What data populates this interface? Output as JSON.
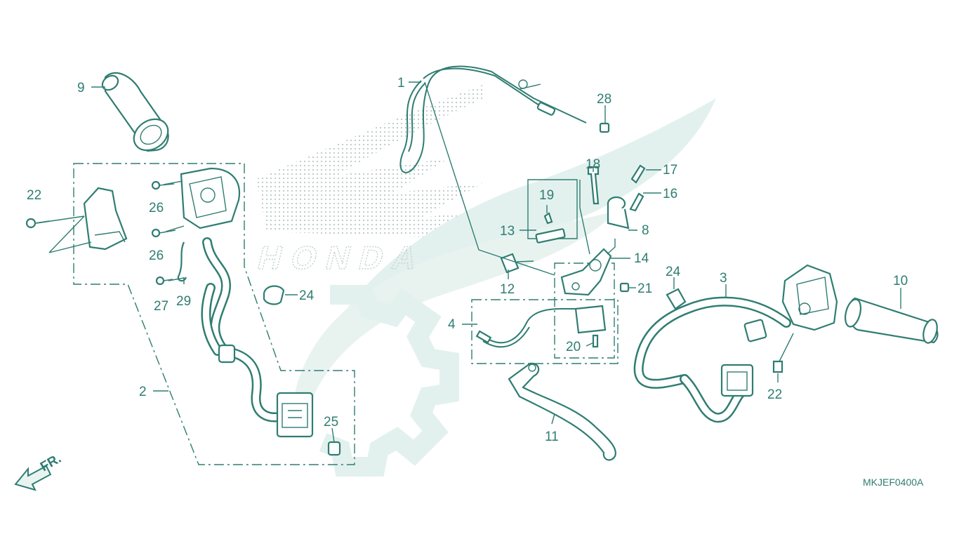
{
  "diagram": {
    "code": "MKJEF0400A",
    "brand": "HONDA",
    "direction_label": "FR.",
    "colors": {
      "line": "#2f7d72",
      "watermark": "#e3f1ee",
      "background": "#ffffff"
    },
    "callouts": [
      {
        "id": "c1",
        "label": "1"
      },
      {
        "id": "c2",
        "label": "2"
      },
      {
        "id": "c3",
        "label": "3"
      },
      {
        "id": "c4",
        "label": "4"
      },
      {
        "id": "c8",
        "label": "8"
      },
      {
        "id": "c9",
        "label": "9"
      },
      {
        "id": "c10",
        "label": "10"
      },
      {
        "id": "c11",
        "label": "11"
      },
      {
        "id": "c12",
        "label": "12"
      },
      {
        "id": "c13",
        "label": "13"
      },
      {
        "id": "c14",
        "label": "14"
      },
      {
        "id": "c16",
        "label": "16"
      },
      {
        "id": "c17",
        "label": "17"
      },
      {
        "id": "c18",
        "label": "18"
      },
      {
        "id": "c19",
        "label": "19"
      },
      {
        "id": "c20",
        "label": "20"
      },
      {
        "id": "c21",
        "label": "21"
      },
      {
        "id": "c22a",
        "label": "22"
      },
      {
        "id": "c22b",
        "label": "22"
      },
      {
        "id": "c24a",
        "label": "24"
      },
      {
        "id": "c24b",
        "label": "24"
      },
      {
        "id": "c25",
        "label": "25"
      },
      {
        "id": "c26a",
        "label": "26"
      },
      {
        "id": "c26b",
        "label": "26"
      },
      {
        "id": "c27",
        "label": "27"
      },
      {
        "id": "c28",
        "label": "28"
      },
      {
        "id": "c29",
        "label": "29"
      }
    ]
  }
}
